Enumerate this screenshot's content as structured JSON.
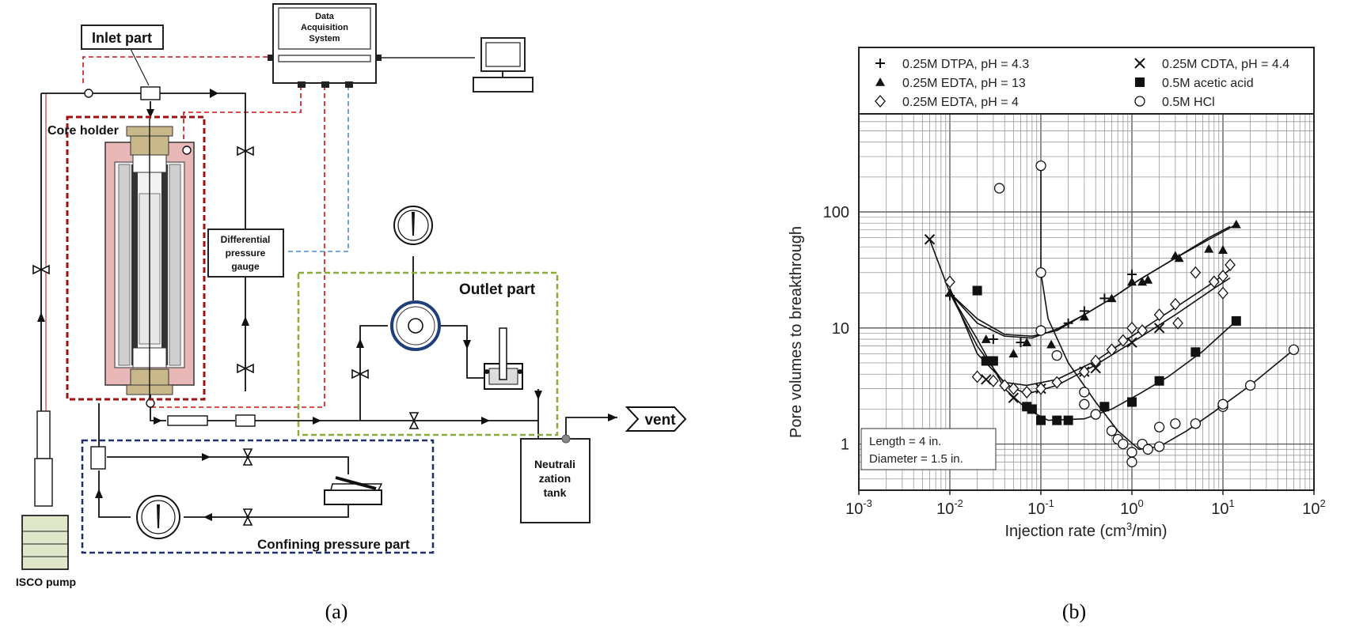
{
  "panel_a": {
    "caption": "(a)",
    "labels": {
      "inlet": "Inlet part",
      "das_lines": [
        "Data",
        "Acquisition",
        "System"
      ],
      "core_holder": "Core holder",
      "diff_gauge_lines": [
        "Differential",
        "pressure",
        "gauge"
      ],
      "outlet": "Outlet part",
      "vent": "vent",
      "neutral_lines": [
        "Neutrali",
        "zation",
        "tank"
      ],
      "confining": "Confining pressure part",
      "pump": "ISCO pump"
    },
    "colors": {
      "red": "#cc1111",
      "green": "#8aaa3c",
      "navy": "#1f2f6b",
      "blue": "#4a8ad0"
    }
  },
  "panel_b": {
    "caption": "(b)",
    "legend": [
      {
        "label": "0.25M DTPA, pH = 4.3",
        "marker": "plus"
      },
      {
        "label": "0.25M CDTA, pH = 4.4",
        "marker": "cross"
      },
      {
        "label": "0.25M EDTA, pH = 13",
        "marker": "triangle"
      },
      {
        "label": "0.5M acetic acid",
        "marker": "square"
      },
      {
        "label": "0.25M EDTA, pH = 4",
        "marker": "diamond"
      },
      {
        "label": "0.5M HCl",
        "marker": "circle"
      }
    ],
    "note_lines": [
      "Length = 4 in.",
      "Diameter = 1.5 in."
    ],
    "xlabel_pre": "Injection rate (cm",
    "xlabel_sup": "3",
    "xlabel_post": "/min)",
    "ylabel": "Pore volumes to breakthrough",
    "x_ticks": [
      {
        "base": "10",
        "exp": "-3",
        "v": 0.001
      },
      {
        "base": "10",
        "exp": "-2",
        "v": 0.01
      },
      {
        "base": "10",
        "exp": "-1",
        "v": 0.1
      },
      {
        "base": "10",
        "exp": "0",
        "v": 1
      },
      {
        "base": "10",
        "exp": "1",
        "v": 10
      },
      {
        "base": "10",
        "exp": "2",
        "v": 100
      }
    ],
    "y_ticks": [
      {
        "label": "1",
        "v": 1
      },
      {
        "label": "10",
        "v": 10
      },
      {
        "label": "100",
        "v": 100
      }
    ]
  },
  "chart_data": {
    "type": "scatter",
    "xscale": "log",
    "yscale": "log",
    "xlim": [
      0.001,
      100
    ],
    "ylim": [
      0.4,
      700
    ],
    "grid": true,
    "legend_position": "top",
    "series": [
      {
        "name": "0.25M DTPA, pH = 4.3",
        "marker": "plus",
        "points": [
          [
            0.01,
            19
          ],
          [
            0.03,
            8
          ],
          [
            0.06,
            7.5
          ],
          [
            0.2,
            11
          ],
          [
            0.3,
            14
          ],
          [
            0.5,
            18
          ],
          [
            1.0,
            29
          ]
        ],
        "curve": [
          [
            0.01,
            20
          ],
          [
            0.02,
            11
          ],
          [
            0.04,
            8.5
          ],
          [
            0.08,
            8.2
          ],
          [
            0.15,
            9.8
          ],
          [
            0.3,
            13
          ],
          [
            0.6,
            18
          ],
          [
            1.2,
            26
          ],
          [
            3,
            40
          ],
          [
            7,
            60
          ],
          [
            12,
            75
          ]
        ]
      },
      {
        "name": "0.25M CDTA, pH = 4.4",
        "marker": "cross",
        "points": [
          [
            0.006,
            58
          ],
          [
            0.025,
            3.6
          ],
          [
            0.05,
            2.5
          ],
          [
            0.1,
            3
          ],
          [
            0.3,
            4.2
          ],
          [
            0.4,
            4.5
          ],
          [
            1.0,
            7.5
          ],
          [
            2,
            10
          ]
        ],
        "curve": [
          [
            0.006,
            58
          ],
          [
            0.01,
            20
          ],
          [
            0.02,
            7
          ],
          [
            0.04,
            3.3
          ],
          [
            0.07,
            2.7
          ],
          [
            0.15,
            3.2
          ],
          [
            0.4,
            4.8
          ],
          [
            1,
            7.5
          ],
          [
            3,
            13
          ],
          [
            8,
            22
          ],
          [
            12,
            27
          ]
        ]
      },
      {
        "name": "0.25M EDTA, pH = 13",
        "marker": "triangle",
        "points": [
          [
            0.01,
            20
          ],
          [
            0.025,
            8
          ],
          [
            0.05,
            6
          ],
          [
            0.07,
            7.5
          ],
          [
            0.13,
            7.2
          ],
          [
            0.3,
            12.5
          ],
          [
            0.6,
            18
          ],
          [
            1.0,
            25
          ],
          [
            1.3,
            25
          ],
          [
            1.5,
            26
          ],
          [
            3,
            42
          ],
          [
            3.3,
            40
          ],
          [
            7,
            48
          ],
          [
            10,
            47
          ],
          [
            14,
            78
          ]
        ],
        "curve": [
          [
            0.01,
            20
          ],
          [
            0.02,
            12
          ],
          [
            0.04,
            8.8
          ],
          [
            0.08,
            8.5
          ],
          [
            0.15,
            9.5
          ],
          [
            0.3,
            13
          ],
          [
            0.6,
            18
          ],
          [
            1.2,
            26
          ],
          [
            3,
            40
          ],
          [
            7,
            58
          ],
          [
            14,
            78
          ]
        ]
      },
      {
        "name": "0.5M acetic acid",
        "marker": "square",
        "points": [
          [
            0.02,
            21
          ],
          [
            0.025,
            5.2
          ],
          [
            0.03,
            5.2
          ],
          [
            0.07,
            2.1
          ],
          [
            0.08,
            2
          ],
          [
            0.1,
            1.6
          ],
          [
            0.15,
            1.6
          ],
          [
            0.2,
            1.6
          ],
          [
            0.5,
            2.1
          ],
          [
            1.0,
            2.3
          ],
          [
            2,
            3.5
          ],
          [
            5,
            6.2
          ],
          [
            14,
            11.5
          ]
        ],
        "curve": [
          [
            0.01,
            20
          ],
          [
            0.02,
            8
          ],
          [
            0.04,
            3
          ],
          [
            0.07,
            2
          ],
          [
            0.12,
            1.6
          ],
          [
            0.3,
            1.65
          ],
          [
            0.6,
            2
          ],
          [
            1.2,
            2.7
          ],
          [
            2.5,
            3.8
          ],
          [
            6,
            6.3
          ],
          [
            14,
            11.5
          ]
        ]
      },
      {
        "name": "0.25M EDTA, pH = 4",
        "marker": "diamond",
        "points": [
          [
            0.01,
            25
          ],
          [
            0.02,
            3.8
          ],
          [
            0.03,
            3.5
          ],
          [
            0.04,
            3.2
          ],
          [
            0.05,
            3
          ],
          [
            0.07,
            2.8
          ],
          [
            0.1,
            3
          ],
          [
            0.15,
            3.4
          ],
          [
            0.3,
            4.2
          ],
          [
            0.4,
            5.2
          ],
          [
            0.6,
            6.5
          ],
          [
            0.8,
            7.8
          ],
          [
            1.0,
            10
          ],
          [
            1.3,
            9.5
          ],
          [
            2,
            13
          ],
          [
            3,
            16
          ],
          [
            3.2,
            11
          ],
          [
            5,
            30
          ],
          [
            8,
            25
          ],
          [
            10,
            28
          ],
          [
            10,
            20
          ],
          [
            12,
            35
          ]
        ],
        "curve": [
          [
            0.01,
            22
          ],
          [
            0.02,
            6
          ],
          [
            0.04,
            3.4
          ],
          [
            0.07,
            3.2
          ],
          [
            0.15,
            3.6
          ],
          [
            0.4,
            5.2
          ],
          [
            1,
            8.5
          ],
          [
            3,
            15
          ],
          [
            8,
            25
          ],
          [
            12,
            32
          ]
        ]
      },
      {
        "name": "0.5M HCl",
        "marker": "circle",
        "points": [
          [
            0.035,
            160
          ],
          [
            0.1,
            250
          ],
          [
            0.1,
            30
          ],
          [
            0.1,
            9.5
          ],
          [
            0.15,
            5.8
          ],
          [
            0.3,
            2.8
          ],
          [
            0.3,
            2.2
          ],
          [
            0.4,
            1.8
          ],
          [
            0.6,
            1.3
          ],
          [
            0.7,
            1.1
          ],
          [
            0.8,
            1.0
          ],
          [
            1.0,
            0.85
          ],
          [
            1.0,
            0.7
          ],
          [
            1.3,
            1.0
          ],
          [
            1.5,
            0.9
          ],
          [
            2,
            0.95
          ],
          [
            2,
            1.4
          ],
          [
            3,
            1.5
          ],
          [
            5,
            1.5
          ],
          [
            10,
            2.1
          ],
          [
            10,
            2.2
          ],
          [
            20,
            3.2
          ],
          [
            60,
            6.5
          ]
        ],
        "curve": [
          [
            0.1,
            250
          ],
          [
            0.1,
            30
          ],
          [
            0.12,
            12
          ],
          [
            0.2,
            5
          ],
          [
            0.4,
            2.3
          ],
          [
            0.7,
            1.3
          ],
          [
            1.2,
            0.9
          ],
          [
            2,
            0.95
          ],
          [
            4,
            1.3
          ],
          [
            8,
            1.9
          ],
          [
            20,
            3.2
          ],
          [
            60,
            6.5
          ]
        ]
      }
    ]
  }
}
